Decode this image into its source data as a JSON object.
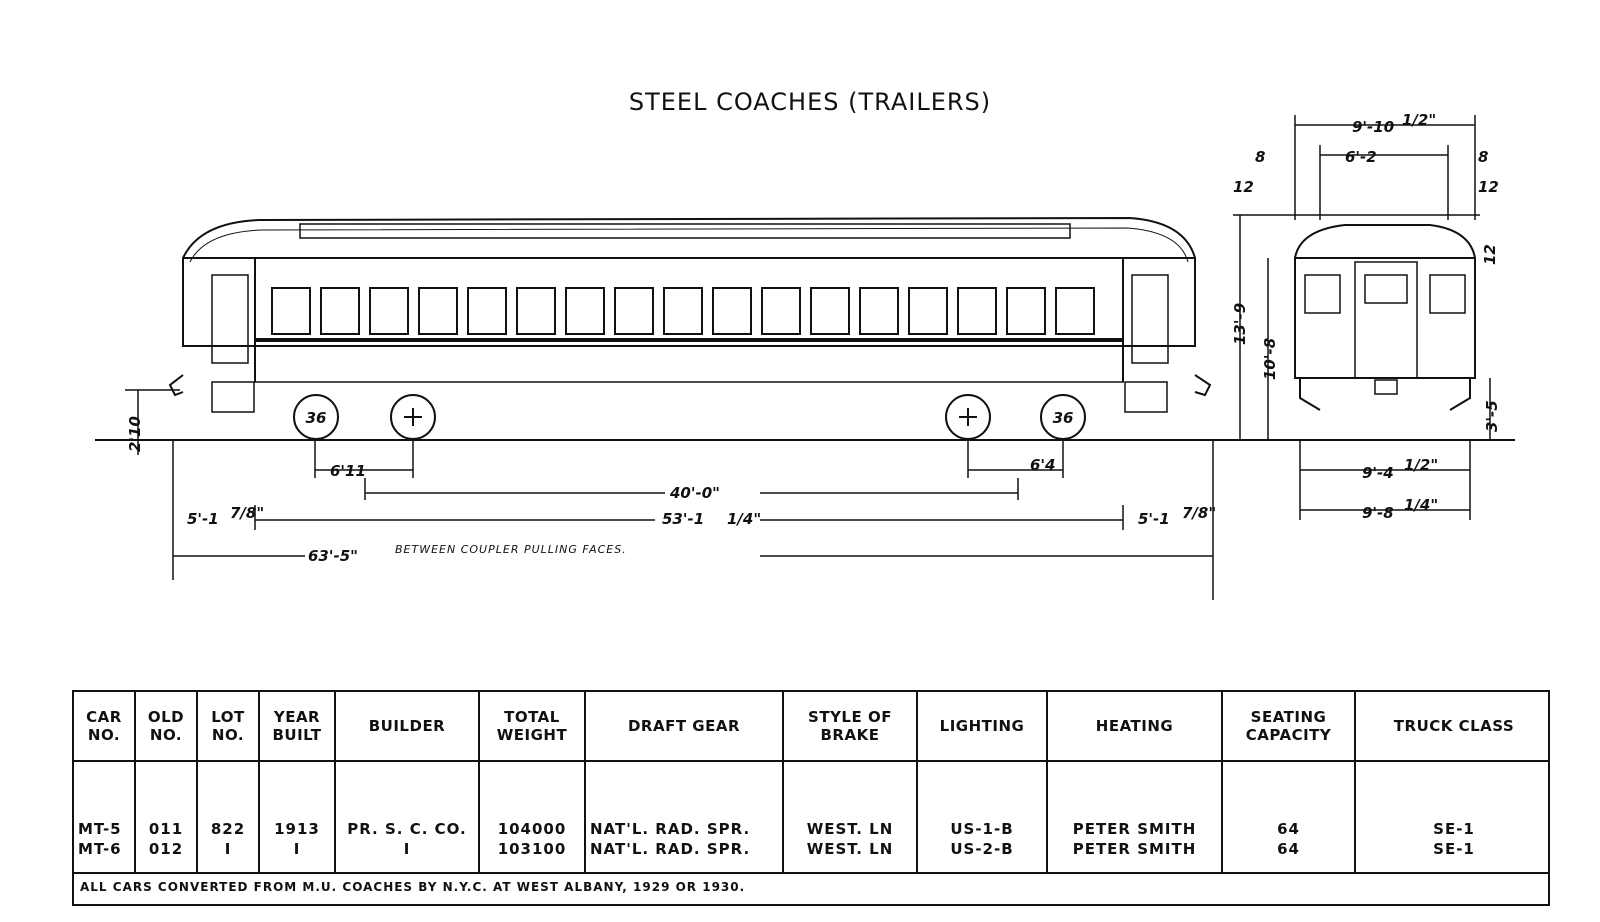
{
  "title": "STEEL COACHES (TRAILERS)",
  "side_elevation": {
    "wheel_left": "36",
    "wheel_right": "36",
    "dims": {
      "coupler_height": "2'10",
      "truck_offset_left": "6'11",
      "truck_offset_right": "6'4",
      "truck_centers": "40'-0\"",
      "body_length": "53'-1",
      "body_length_frac": "1/4\"",
      "end_left": "5'-1",
      "end_left_frac": "7/8\"",
      "end_right": "5'-1",
      "end_right_frac": "7/8\"",
      "overall_length": "63'-5\""
    },
    "overall_note": "BETWEEN COUPLER PULLING FACES."
  },
  "end_elevation": {
    "dims": {
      "top_width": "9'-10",
      "top_width_frac": "1/2\"",
      "roof_width": "6'-2",
      "left_step": "8",
      "right_step": "8",
      "left_eave": "12",
      "right_eave": "12",
      "overall_height": "13'-9",
      "floor_to_roof": "10'-8",
      "platform_height": "3'-5",
      "roof_rise": "12",
      "wheel_gauge": "9'-4",
      "wheel_gauge_frac": "1/2\"",
      "bottom_width": "9'-8",
      "bottom_width_frac": "1/4\""
    }
  },
  "table": {
    "headers": [
      "CAR\nNO.",
      "OLD\nNO.",
      "LOT\nNO.",
      "YEAR\nBUILT",
      "BUILDER",
      "TOTAL\nWEIGHT",
      "DRAFT GEAR",
      "STYLE OF\nBRAKE",
      "LIGHTING",
      "HEATING",
      "SEATING\nCAPACITY",
      "TRUCK CLASS"
    ],
    "rows": [
      [
        "MT-5",
        "011",
        "822",
        "1913",
        "PR. S. C. CO.",
        "104000",
        "NAT'L. RAD. SPR.",
        "WEST. LN",
        "US-1-B",
        "PETER SMITH",
        "64",
        "SE-1"
      ],
      [
        "MT-6",
        "012",
        "I",
        "I",
        "I",
        "103100",
        "NAT'L. RAD. SPR.",
        "WEST. LN",
        "US-2-B",
        "PETER SMITH",
        "64",
        "SE-1"
      ]
    ],
    "footnote": "ALL CARS CONVERTED FROM M.U. COACHES BY N.Y.C. AT WEST ALBANY, 1929 OR 1930."
  }
}
